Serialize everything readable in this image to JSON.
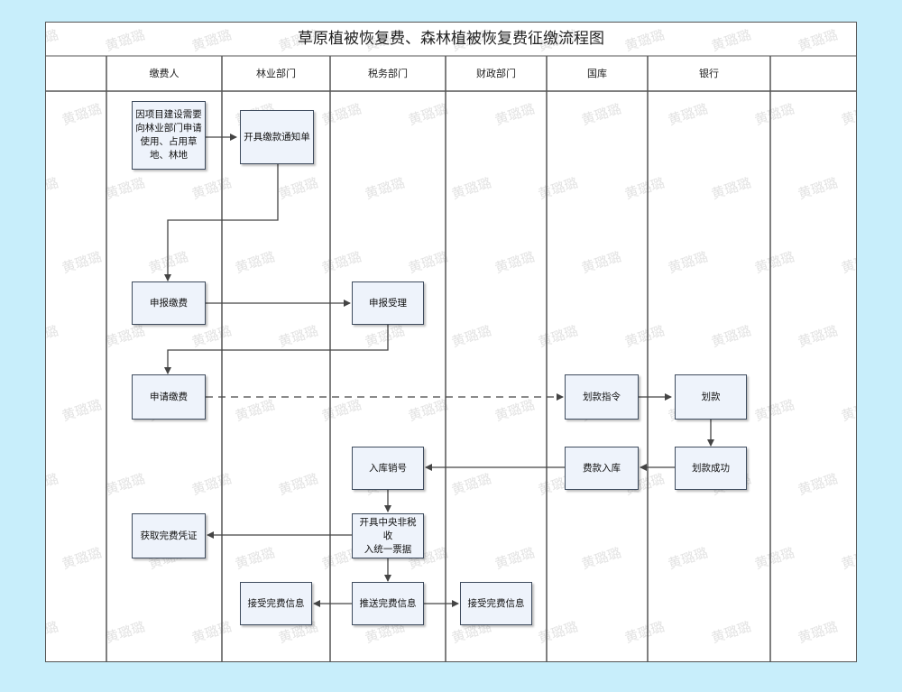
{
  "title": "草原植被恢复费、森林植被恢复费征缴流程图",
  "lanes": [
    "缴费人",
    "林业部门",
    "税务部门",
    "财政部门",
    "国库",
    "银行"
  ],
  "nodes": {
    "n1": "因项目建设需要\n向林业部门申请\n使用、占用草\n地、林地",
    "n2": "开具缴款通知单",
    "n3": "申报缴费",
    "n4": "申报受理",
    "n5": "申请缴费",
    "n6": "划款指令",
    "n7": "划款",
    "n8": "划款成功",
    "n9": "费款入库",
    "n10": "入库销号",
    "n11": "开具中央非税收\n入统一票据",
    "n12": "获取完费凭证",
    "n13": "推送完费信息",
    "n14": "接受完费信息",
    "n15": "接受完费信息"
  },
  "watermark": "黄璐璐",
  "colors": {
    "background": "#c8eefb",
    "node_fill": "#eef3fb",
    "node_border": "#3f4c5e",
    "lines": "#444444"
  }
}
